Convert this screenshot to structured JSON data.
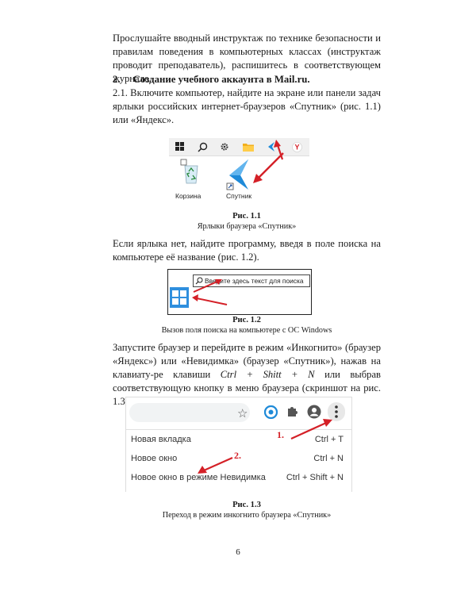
{
  "paragraphs": {
    "intro": "Прослушайте вводный инструктаж по технике безопасности и правилам поведения в компьютерных классах (инструктаж проводит преподаватель), распишитесь в соответствующем журнале.",
    "section_number": "2.",
    "section_title": "Создание учебного аккаунта в Mail.ru.",
    "step_2_1": "2.1. Включите компьютер, найдите на экране или панели задач ярлыки российских интернет-браузеров «Спутник» (рис. 1.1) или «Яндекс».",
    "no_shortcut": "Если ярлыка нет, найдите программу, введя в поле поиска на компьютере её название (рис. 1.2).",
    "launch_part1": "Запустите браузер и перейдите в режим «Инкогнито» (браузер «Яндекс») или «Невидимка» (браузер «Спутник»), нажав на клавиату-ре клавиши ",
    "launch_keys": "Ctrl + Shitt + N",
    "launch_part2": " или выбрав соответствующую кнопку в меню браузера (скриншот на рис. 1.3)."
  },
  "figures": [
    {
      "label": "Рис. 1.1",
      "caption": "Ярлыки браузера «Спутник»"
    },
    {
      "label": "Рис. 1.2",
      "caption": "Вызов поля поиска на компьютере с ОС Windows"
    },
    {
      "label": "Рис. 1.3",
      "caption": "Переход в режим инкогнито браузера «Спутник»"
    }
  ],
  "fig1": {
    "desktop_icons": [
      "Корзина",
      "Спутник"
    ],
    "taskbar_icons": [
      "windows-icon",
      "search-icon",
      "gear-icon",
      "folder-icon",
      "sputnik-icon",
      "yandex-icon"
    ]
  },
  "fig2": {
    "search_placeholder": "Введите здесь текст для поиска"
  },
  "fig3": {
    "menu_items": [
      {
        "label": "Новая вкладка",
        "shortcut": "Ctrl + T"
      },
      {
        "label": "Новое окно",
        "shortcut": "Ctrl + N"
      },
      {
        "label": "Новое окно в режиме Невидимка",
        "shortcut": "Ctrl + Shift + N"
      }
    ],
    "annotations": [
      "1.",
      "2."
    ]
  },
  "page_number": "6",
  "colors": {
    "arrow": "#d42027",
    "sputnik_blue": "#1e8ad8",
    "windows_blue": "#2f8fde"
  }
}
